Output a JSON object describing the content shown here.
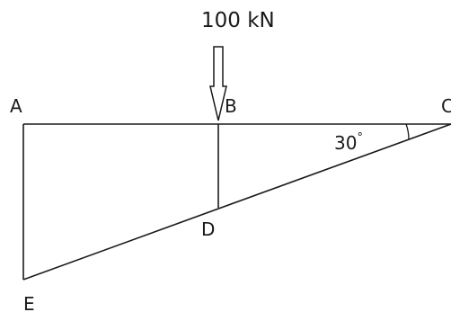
{
  "load": {
    "value": "100 kN"
  },
  "nodes": {
    "a": "A",
    "b": "B",
    "c": "C",
    "d": "D",
    "e": "E"
  },
  "angle": {
    "value": "30",
    "unit": "°"
  },
  "icons": {
    "load_arrow": "down-arrow-icon",
    "angle_marker": "angle-arc-icon"
  }
}
